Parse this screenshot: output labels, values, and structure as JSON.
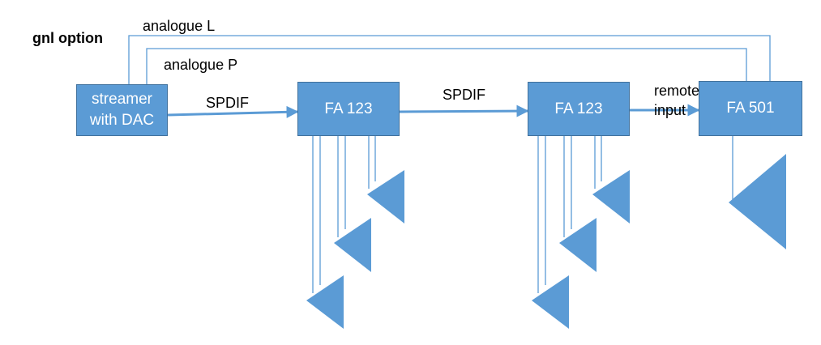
{
  "diagram": {
    "title": "gnl option",
    "line_labels": {
      "analogue_l": "analogue L",
      "analogue_p": "analogue P",
      "spdif_1": "SPDIF",
      "spdif_2": "SPDIF",
      "remote_input": "remote\ninput"
    },
    "nodes": {
      "streamer": "streamer\nwith DAC",
      "fa123_a": "FA 123",
      "fa123_b": "FA 123",
      "fa501": "FA 501"
    },
    "colors": {
      "box_fill": "#5b9bd5",
      "box_border": "#41719c",
      "line": "#5b9bd5",
      "text": "#000000"
    }
  }
}
